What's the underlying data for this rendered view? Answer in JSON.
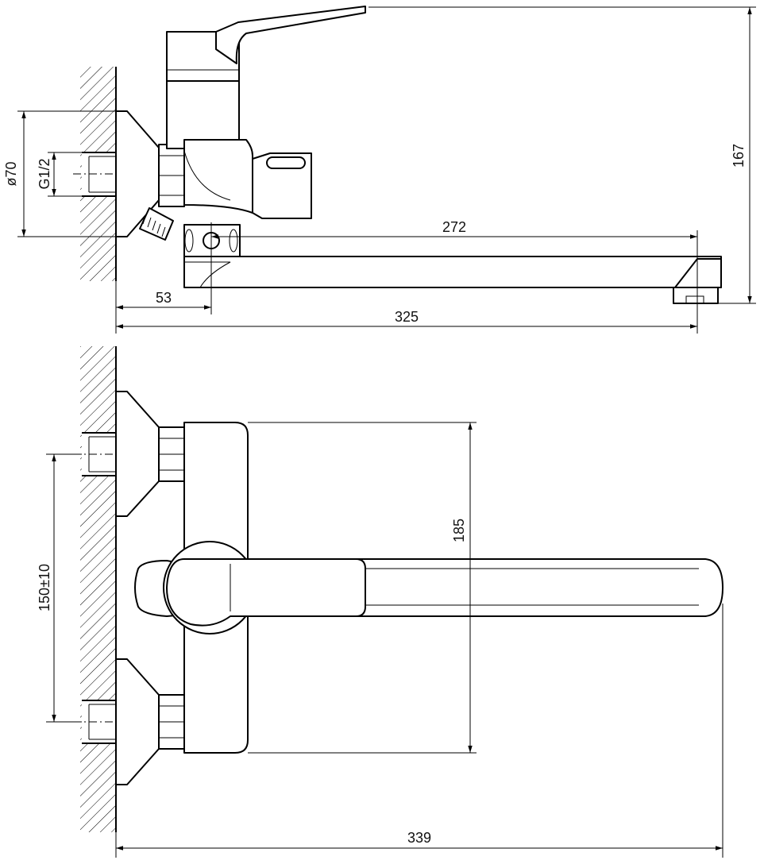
{
  "dimensions": {
    "height_total": "167",
    "outlet_diameter": "ø70",
    "thread": "G1/2",
    "spout_reach": "272",
    "wall_to_axis": "53",
    "depth_total": "325",
    "body_height": "185",
    "inlet_spacing": "150±10",
    "width_total": "339"
  },
  "colors": {
    "line": "#000000",
    "background": "#ffffff"
  }
}
